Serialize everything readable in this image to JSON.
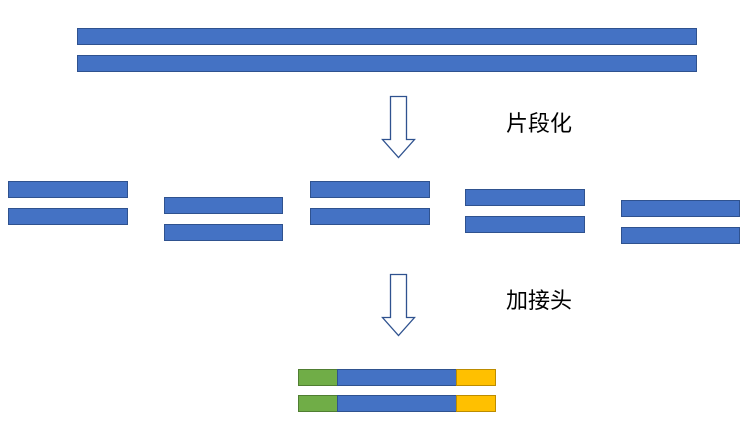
{
  "diagram": {
    "type": "dna-library-preparation-flow",
    "colors": {
      "dna_strand": "#4472c4",
      "dna_strand_border": "#2f528f",
      "adapter_left": "#70ad47",
      "adapter_right": "#ffc000",
      "arrow_outline": "#2f528f"
    },
    "stages": [
      {
        "name": "genomic-dna",
        "fragment_count": 1,
        "strands_per_fragment": 2
      },
      {
        "name": "fragmented-dna",
        "fragment_count": 5,
        "strands_per_fragment": 2
      },
      {
        "name": "adapter-ligated-fragment",
        "fragment_count": 1,
        "strands_per_fragment": 2
      }
    ],
    "steps": [
      {
        "label": "片段化",
        "arrow_icon": "down-arrow-outline-icon"
      },
      {
        "label": "加接头",
        "arrow_icon": "down-arrow-outline-icon"
      }
    ]
  }
}
